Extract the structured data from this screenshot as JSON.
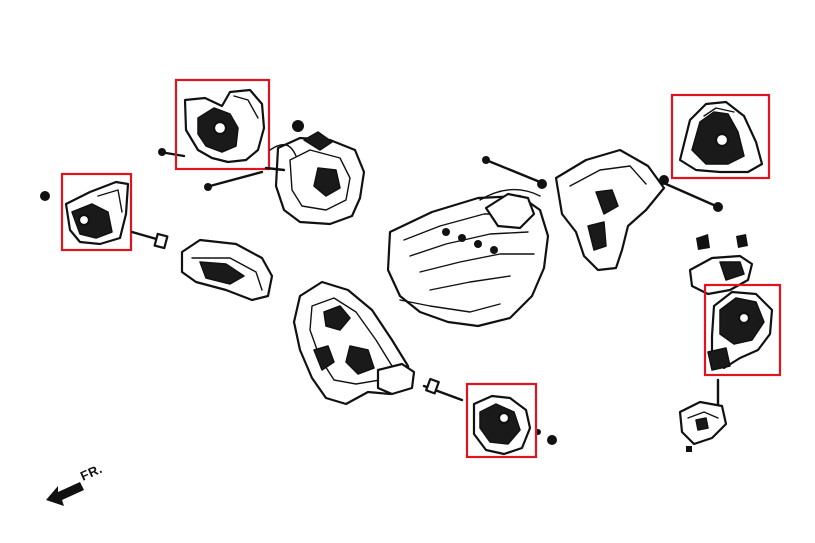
{
  "diagram": {
    "direction_label": "FR.",
    "highlight_color": "#e0141e",
    "ink_color": "#111111",
    "highlighted_parts": [
      {
        "id": "upper-left-mount"
      },
      {
        "id": "left-side-mount"
      },
      {
        "id": "front-lower-mount"
      },
      {
        "id": "upper-right-mount"
      },
      {
        "id": "right-side-mount"
      }
    ]
  }
}
